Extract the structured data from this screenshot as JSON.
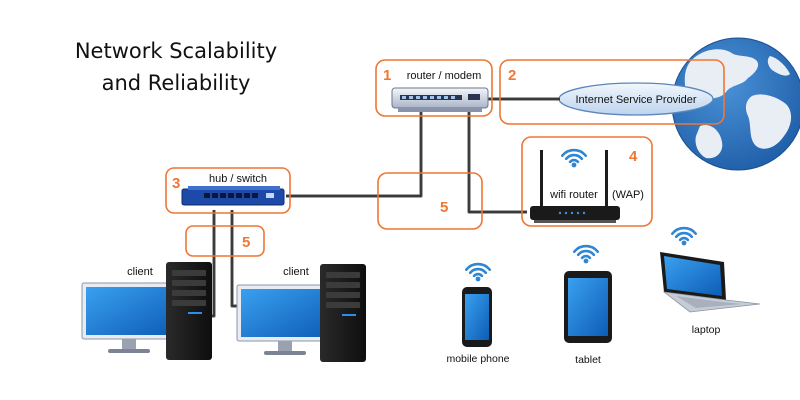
{
  "title": {
    "line1": "Network Scalability",
    "line2": "and Reliability"
  },
  "callouts": [
    {
      "number": "1",
      "label": "router / modem"
    },
    {
      "number": "2",
      "label": "Internet Service Provider"
    },
    {
      "number": "3",
      "label": "hub / switch"
    },
    {
      "number": "4",
      "label": "wifi router",
      "extra": "(WAP)"
    },
    {
      "number": "5"
    },
    {
      "number": "5"
    }
  ],
  "devices": {
    "client_left": "client",
    "client_right": "client",
    "phone": "mobile phone",
    "tablet": "tablet",
    "laptop": "laptop"
  },
  "colors": {
    "accent": "#ee7733",
    "wifi": "#2f86d2",
    "globe_ocean": "#2d6fb8",
    "device_blue": "#1f7fd6",
    "cable": "#6d6d6d"
  }
}
